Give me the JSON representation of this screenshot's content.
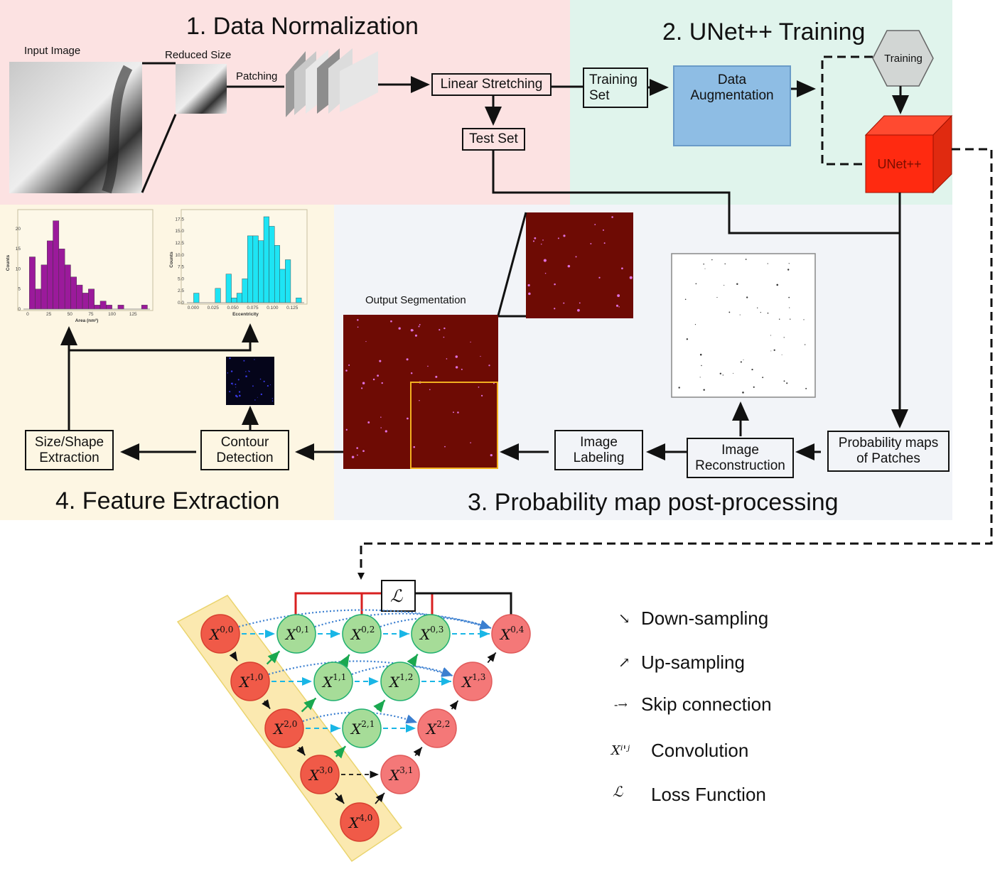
{
  "sections": {
    "s1": "1. Data Normalization",
    "s2": "2. UNet++ Training",
    "s3": "3. Probability map post-processing",
    "s4": "4. Feature Extraction"
  },
  "labels": {
    "input_image": "Input Image",
    "reduced_size": "Reduced Size",
    "patching": "Patching",
    "output_segmentation": "Output Segmentation"
  },
  "boxes": {
    "linear_stretching": "Linear Stretching",
    "test_set": "Test Set",
    "training_set": "Training\nSet",
    "data_augmentation": "Data\nAugmentation",
    "training": "Training",
    "unet": "UNet++",
    "probability_maps": "Probability maps\nof Patches",
    "image_reconstruction": "Image\nReconstruction",
    "image_labeling": "Image\nLabeling",
    "contour_detection": "Contour\nDetection",
    "size_shape": "Size/Shape\nExtraction"
  },
  "colors": {
    "area_hist": "#9b1a9b",
    "ecc_hist": "#1ee4f4",
    "encoder_node": "#f05a48",
    "nested_node": "#a6dc98",
    "decoder_node": "#f47878",
    "unet_cube": "#ff2a10",
    "seg_bg": "#6e0b04"
  },
  "unet": {
    "nodes": [
      {
        "label": "X",
        "sup": "0,0",
        "type": "encoder"
      },
      {
        "label": "X",
        "sup": "1,0",
        "type": "encoder"
      },
      {
        "label": "X",
        "sup": "2,0",
        "type": "encoder"
      },
      {
        "label": "X",
        "sup": "3,0",
        "type": "encoder"
      },
      {
        "label": "X",
        "sup": "4,0",
        "type": "encoder"
      },
      {
        "label": "X",
        "sup": "0,1",
        "type": "nested"
      },
      {
        "label": "X",
        "sup": "0,2",
        "type": "nested"
      },
      {
        "label": "X",
        "sup": "0,3",
        "type": "nested"
      },
      {
        "label": "X",
        "sup": "1,1",
        "type": "nested"
      },
      {
        "label": "X",
        "sup": "1,2",
        "type": "nested"
      },
      {
        "label": "X",
        "sup": "2,1",
        "type": "nested"
      },
      {
        "label": "X",
        "sup": "0,4",
        "type": "decoder"
      },
      {
        "label": "X",
        "sup": "1,3",
        "type": "decoder"
      },
      {
        "label": "X",
        "sup": "2,2",
        "type": "decoder"
      },
      {
        "label": "X",
        "sup": "3,1",
        "type": "decoder"
      }
    ],
    "loss_symbol": "ℒ"
  },
  "legend": [
    {
      "icon": "↘",
      "label": "Down-sampling"
    },
    {
      "icon": "↗",
      "label": "Up-sampling"
    },
    {
      "icon": "-→",
      "label": "Skip connection"
    },
    {
      "icon": "Xⁱ'ʲ",
      "label": "Convolution"
    },
    {
      "icon": "ℒ",
      "label": "Loss Function"
    }
  ],
  "chart_data": [
    {
      "type": "bar",
      "title": "",
      "xlabel": "Area (nm²)",
      "ylabel": "Counts",
      "bin_width": 7,
      "bin_starts": [
        2,
        9,
        16,
        23,
        30,
        37,
        44,
        51,
        58,
        65,
        72,
        79,
        86,
        93,
        100,
        107,
        114,
        121,
        128,
        135
      ],
      "values": [
        13,
        5,
        11,
        17,
        22,
        15,
        11,
        8,
        6,
        4,
        5,
        1,
        2,
        1,
        0,
        1,
        0,
        0,
        0,
        1
      ],
      "xticks": [
        0,
        25,
        50,
        75,
        100,
        125
      ],
      "yticks": [
        0,
        5,
        10,
        15,
        20
      ],
      "xlim": [
        -5,
        145
      ],
      "ylim": [
        0,
        23
      ]
    },
    {
      "type": "bar",
      "title": "",
      "xlabel": "Eccentricity",
      "ylabel": "Counts",
      "bin_width": 0.0068,
      "bin_starts": [
        0.0005,
        0.0073,
        0.0141,
        0.0209,
        0.0277,
        0.0345,
        0.0413,
        0.0481,
        0.0549,
        0.0617,
        0.0685,
        0.0753,
        0.0821,
        0.0889,
        0.0957,
        0.1025,
        0.1093,
        0.1161,
        0.1229,
        0.1297
      ],
      "values": [
        2,
        0,
        0,
        0,
        3,
        0,
        6,
        1,
        2,
        5,
        14,
        14,
        13,
        18,
        16,
        12,
        7,
        9,
        0,
        1
      ],
      "xticks": [
        "0.000",
        "0.025",
        "0.050",
        "0.075",
        "0.100",
        "0.125"
      ],
      "yticks": [
        "0.0",
        "2.5",
        "5.0",
        "7.5",
        "10.0",
        "12.5",
        "15.0",
        "17.5"
      ],
      "xlim": [
        -0.008,
        0.14
      ],
      "ylim": [
        0,
        18
      ]
    }
  ]
}
